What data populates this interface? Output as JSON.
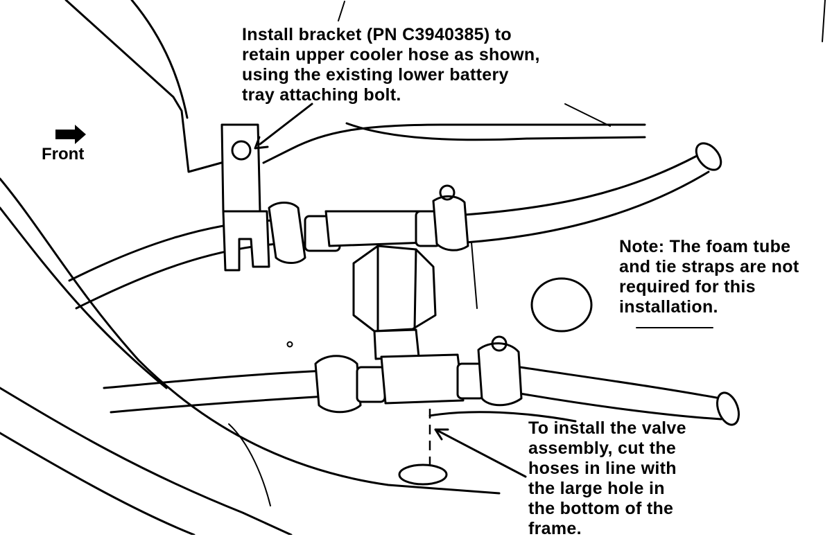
{
  "callouts": {
    "bracket": "Install bracket (PN C3940385) to\nretain upper cooler hose as shown,\nusing the existing lower battery\ntray attaching bolt.",
    "note": "Note: The foam tube\nand tie straps are not\nrequired for this\ninstallation.",
    "valve": "To install the valve\nassembly, cut the\nhoses in line with\nthe large hole in\nthe bottom of the\nframe."
  },
  "direction": {
    "label": "Front",
    "arrow_icon": "right-arrow-icon"
  }
}
